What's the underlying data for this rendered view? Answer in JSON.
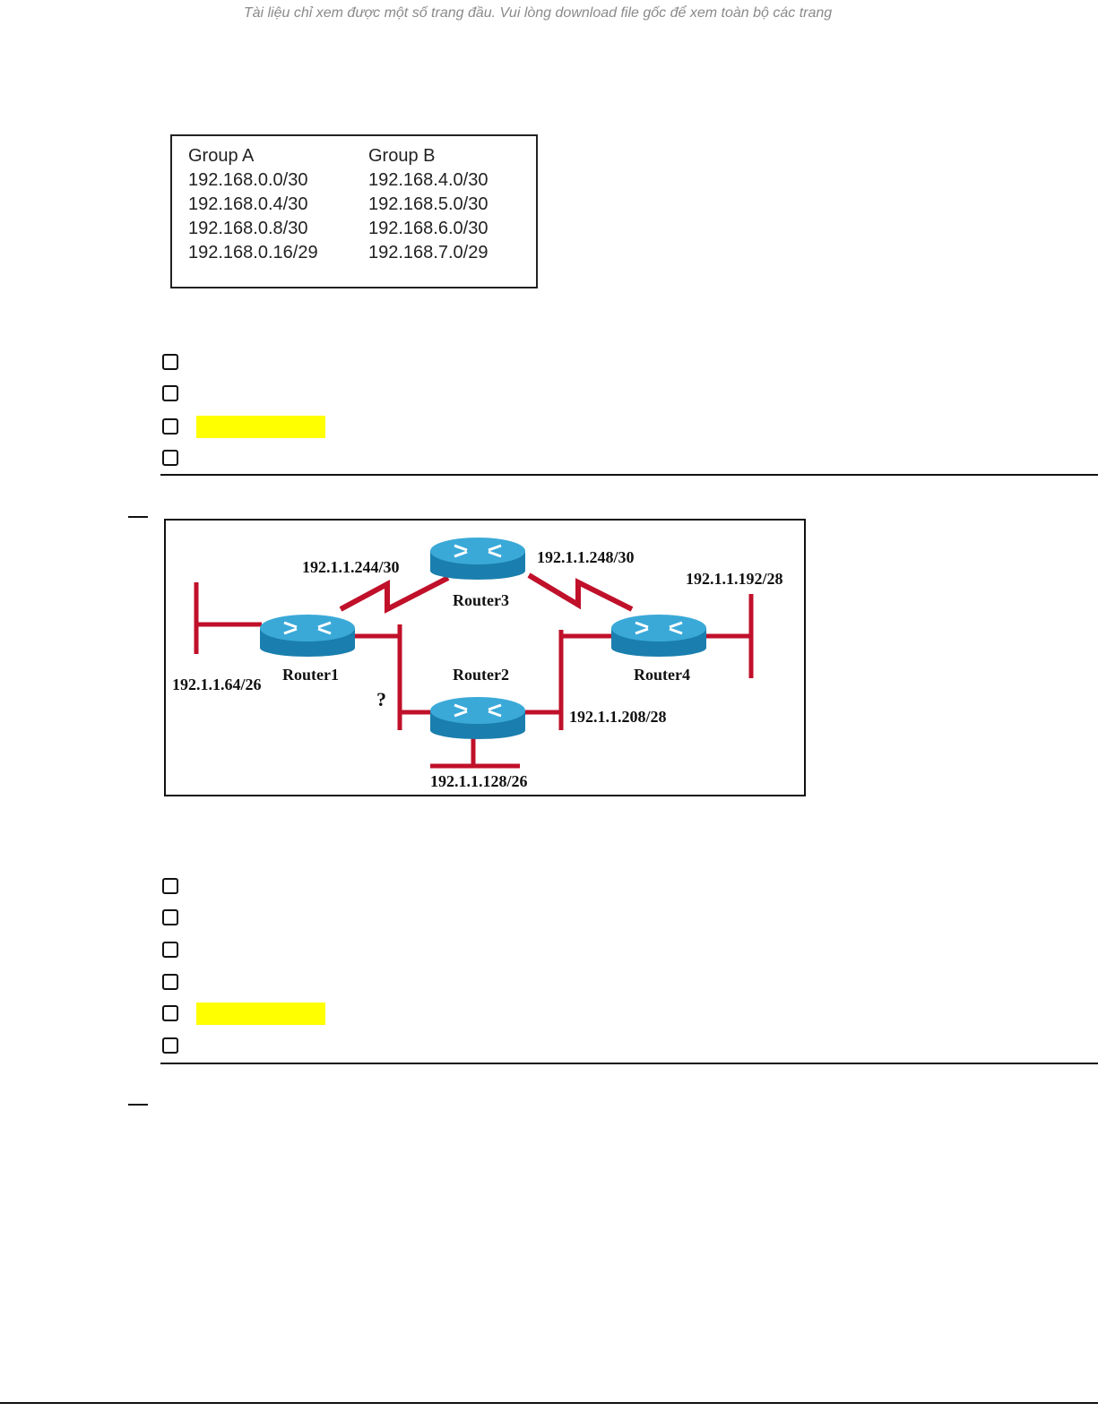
{
  "watermark": "Tài liệu chỉ xem được một số trang đầu. Vui lòng download file gốc để xem toàn bộ các trang",
  "table": {
    "group_a": {
      "header": "Group A",
      "items": [
        "192.168.0.0/30",
        "192.168.0.4/30",
        "192.168.0.8/30",
        "192.168.0.16/29"
      ]
    },
    "group_b": {
      "header": "Group B",
      "items": [
        "192.168.4.0/30",
        "192.168.5.0/30",
        "192.168.6.0/30",
        "192.168.7.0/29"
      ]
    }
  },
  "diagram": {
    "routers": [
      "Router1",
      "Router2",
      "Router3",
      "Router4"
    ],
    "networks": {
      "r1_r3": "192.1.1.244/30",
      "r3_r4": "192.1.1.248/30",
      "r4_lan": "192.1.1.192/28",
      "r1_lan": "192.1.1.64/26",
      "r2_r4": "192.1.1.208/28",
      "r2_lan": "192.1.1.128/26",
      "r1_r2": "?"
    }
  },
  "colors": {
    "link": "#c0102a",
    "router_top": "#3aa9d8",
    "router_body": "#1a7fae",
    "highlight": "#ffff00"
  }
}
